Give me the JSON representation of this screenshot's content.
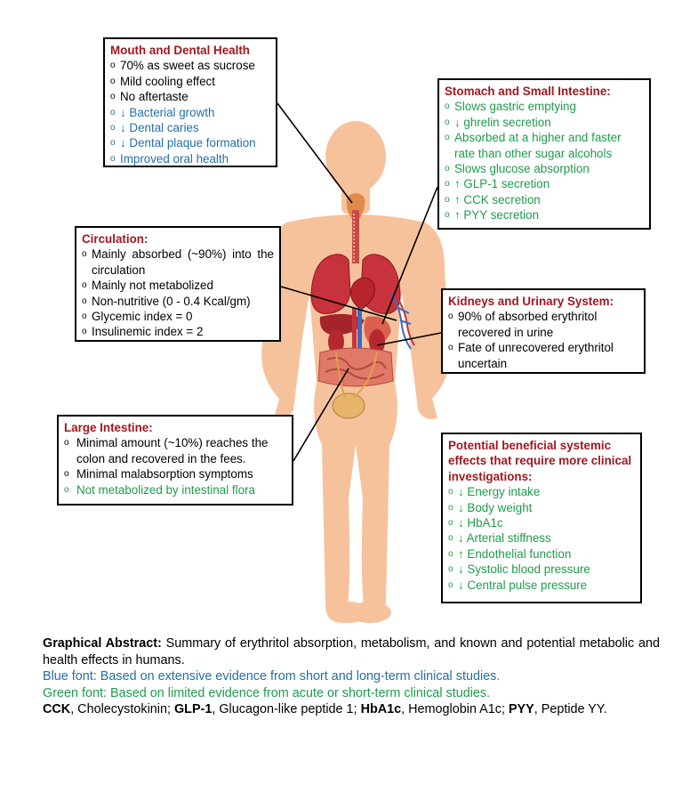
{
  "boxes": {
    "mouth": {
      "title": "Mouth and Dental Health",
      "items": [
        {
          "text": "70% as sweet as sucrose",
          "color": "black"
        },
        {
          "text": "Mild cooling effect",
          "color": "black"
        },
        {
          "text": "No aftertaste",
          "color": "black"
        },
        {
          "text": "↓ Bacterial growth",
          "color": "blue"
        },
        {
          "text": "↓ Dental caries",
          "color": "blue"
        },
        {
          "text": "↓ Dental plaque formation",
          "color": "blue"
        },
        {
          "text": "Improved oral health",
          "color": "blue"
        }
      ]
    },
    "stomach": {
      "title": "Stomach and Small Intestine:",
      "items": [
        {
          "text": "Slows gastric emptying",
          "color": "green"
        },
        {
          "text": "↓ ghrelin secretion",
          "color": "green"
        },
        {
          "text": "Absorbed at a higher and faster rate than other sugar alcohols",
          "color": "green"
        },
        {
          "text": "Slows glucose absorption",
          "color": "green"
        },
        {
          "text": "↑ GLP-1 secretion",
          "color": "green"
        },
        {
          "text": "↑ CCK secretion",
          "color": "green"
        },
        {
          "text": "↑ PYY secretion",
          "color": "green"
        }
      ]
    },
    "circulation": {
      "title": "Circulation:",
      "items": [
        {
          "text": "Mainly absorbed (~90%) into the circulation",
          "color": "black"
        },
        {
          "text": "Mainly not metabolized",
          "color": "black"
        },
        {
          "text": "Non-nutritive (0 - 0.4 Kcal/gm)",
          "color": "black"
        },
        {
          "text": "Glycemic index = 0",
          "color": "black"
        },
        {
          "text": "Insulinemic index = 2",
          "color": "black"
        }
      ]
    },
    "kidneys": {
      "title": "Kidneys and Urinary System:",
      "items": [
        {
          "text": "90% of absorbed erythritol recovered in urine",
          "color": "black"
        },
        {
          "text": "Fate of unrecovered erythritol uncertain",
          "color": "black"
        }
      ]
    },
    "large": {
      "title": "Large Intestine:",
      "items": [
        {
          "text": "Minimal amount (~10%) reaches the colon and recovered in the fees.",
          "color": "black"
        },
        {
          "text": "Minimal malabsorption symptoms",
          "color": "black"
        },
        {
          "text": "Not metabolized by intestinal flora",
          "color": "green"
        }
      ]
    },
    "systemic": {
      "title": "Potential beneficial systemic effects that require more clinical investigations:",
      "items": [
        {
          "text": "↓ Energy intake",
          "color": "green"
        },
        {
          "text": "↓ Body weight",
          "color": "green"
        },
        {
          "text": "↓ HbA1c",
          "color": "green"
        },
        {
          "text": "↓ Arterial stiffness",
          "color": "green"
        },
        {
          "text": "↑ Endothelial function",
          "color": "green"
        },
        {
          "text": "↓ Systolic blood pressure",
          "color": "green"
        },
        {
          "text": "↓ Central pulse pressure",
          "color": "green"
        }
      ]
    }
  },
  "caption": {
    "lead_bold": "Graphical Abstract:",
    "lead_text": " Summary of erythritol absorption, metabolism, and known and potential metabolic and health effects in humans.",
    "blue_line": "Blue font: Based on extensive evidence from short and long-term clinical studies.",
    "green_line": "Green font: Based on limited evidence from acute or short-term clinical studies.",
    "abbr": [
      {
        "term": "CCK",
        "def": ", Cholecystokinin; "
      },
      {
        "term": "GLP-1",
        "def": ", Glucagon-like peptide 1; "
      },
      {
        "term": "HbA1c",
        "def": ", Hemoglobin A1c; "
      },
      {
        "term": "PYY",
        "def": ", Peptide YY."
      }
    ]
  },
  "colors": {
    "title_red": "#a0181e",
    "blue_text": "#2370a8",
    "green_text": "#1f9b4c",
    "skin": "#f6c29c",
    "organ_red": "#c8323c"
  }
}
